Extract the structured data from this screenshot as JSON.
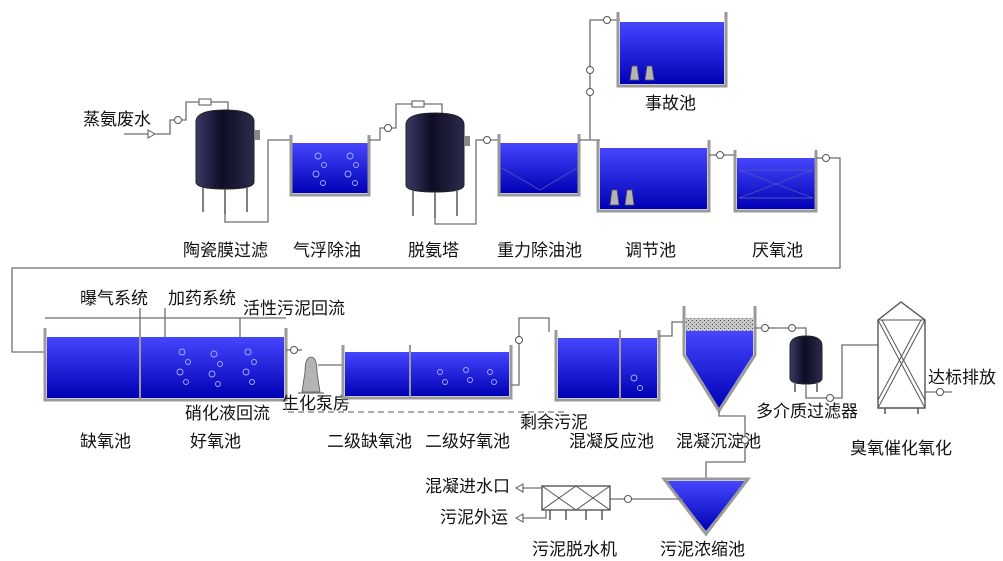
{
  "diagram": {
    "feed": "蒸氨废水",
    "units": {
      "ceramic_membrane": "陶瓷膜过滤",
      "air_flotation": "气浮除油",
      "deamination_tower": "脱氨塔",
      "gravity_oil_tank": "重力除油池",
      "accident_tank": "事故池",
      "regulating_tank": "调节池",
      "anaerobic_tank": "厌氧池",
      "anoxic_tank": "缺氧池",
      "aerobic_tank": "好氧池",
      "pump_house": "生化泵房",
      "secondary_anoxic": "二级缺氧池",
      "secondary_aerobic": "二级好氧池",
      "coag_reaction": "混凝反应池",
      "coag_sedimentation": "混凝沉淀池",
      "multimedia_filter": "多介质过滤器",
      "ozone_oxidation": "臭氧催化氧化",
      "sludge_dewatering": "污泥脱水机",
      "sludge_thickener": "污泥浓缩池"
    },
    "systems": {
      "aeration": "曝气系统",
      "dosing": "加药系统",
      "sludge_return": "活性污泥回流",
      "nitrate_return": "硝化液回流",
      "excess_sludge": "剩余污泥"
    },
    "ports": {
      "coag_inlet": "混凝进水口",
      "sludge_out": "污泥外运",
      "discharge": "达标排放"
    }
  },
  "colors": {
    "water_top": "#4646ff",
    "water_bottom": "#0000b4",
    "tower_dark": "#0d0d24",
    "pipe": "#6e6e6e"
  }
}
